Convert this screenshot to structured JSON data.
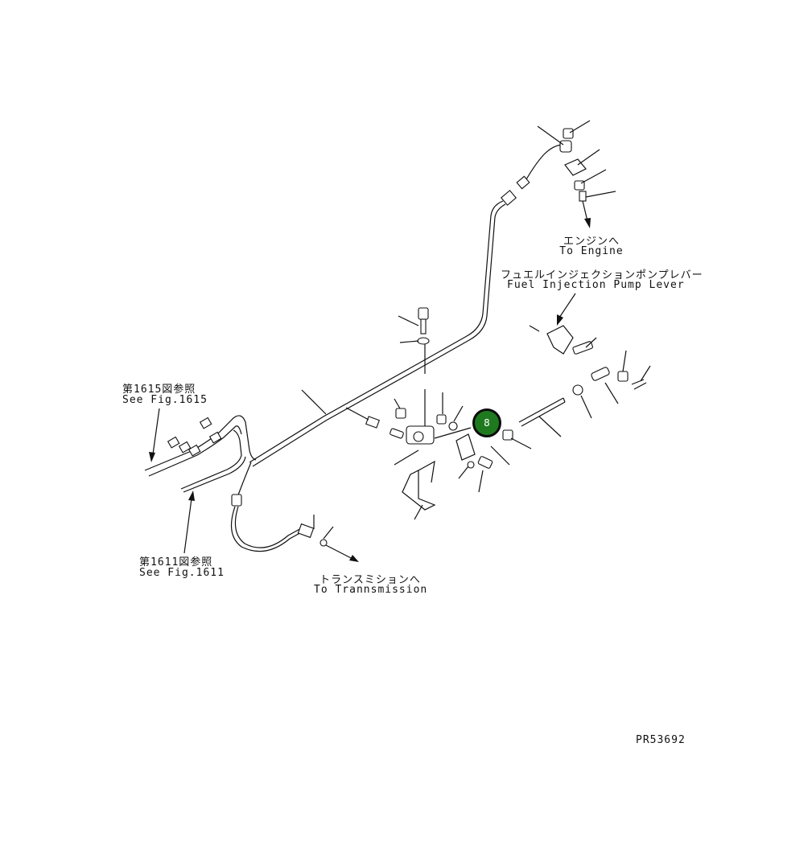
{
  "labels": {
    "engine_jp": "エンジンへ",
    "engine_en": "To Engine",
    "pump_jp": "フュエルインジェクションポンプレバー",
    "pump_en": "Fuel Injection Pump Lever",
    "fig1615_jp": "第1615図参照",
    "fig1615_en": "See Fig.1615",
    "fig1611_jp": "第1611図参照",
    "fig1611_en": "See Fig.1611",
    "trans_jp": "トランスミションへ",
    "trans_en": "To Trannsmission",
    "drawing_no": "PR53692"
  },
  "callout": {
    "number": "8",
    "color": "#1f7a1f"
  }
}
